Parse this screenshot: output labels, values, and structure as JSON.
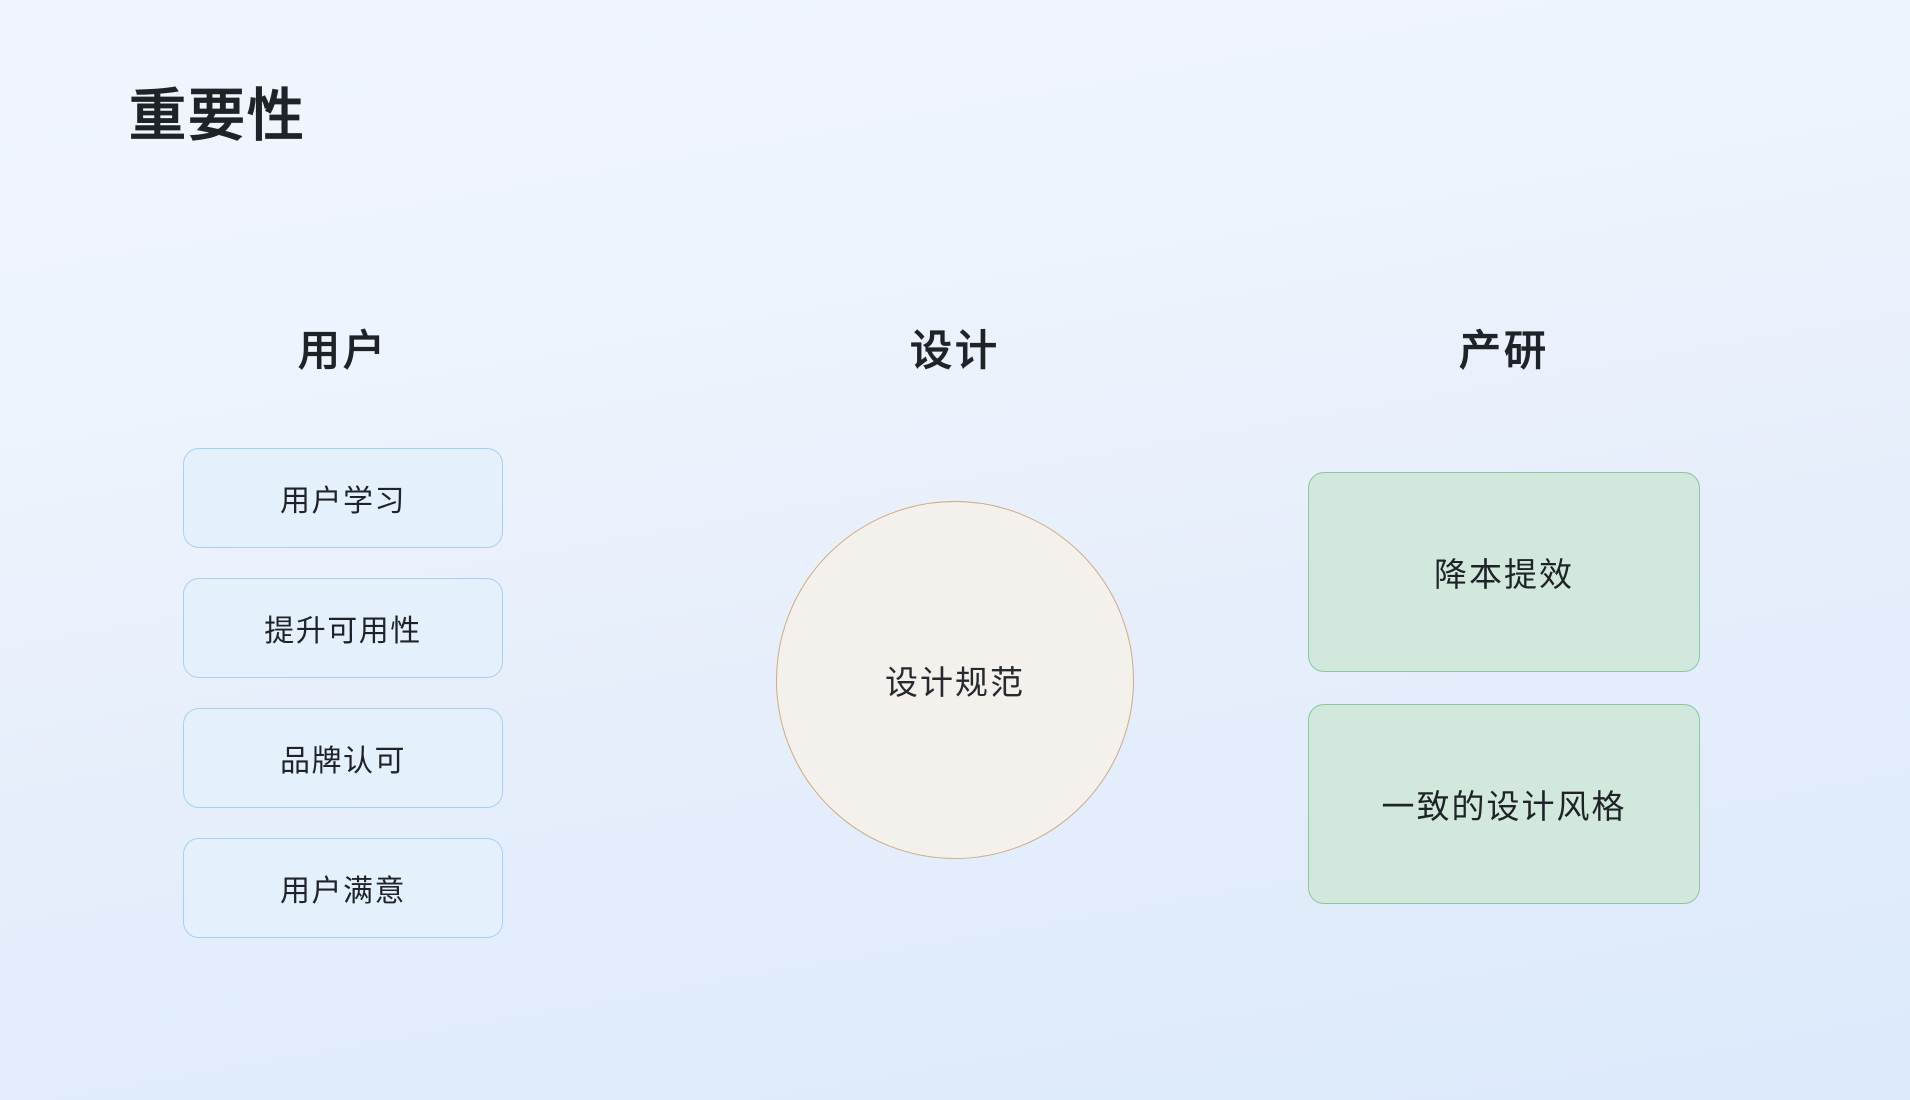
{
  "slide": {
    "title": "重要性",
    "background_start_color": "#f0f5fd",
    "background_end_color": "#dceafb"
  },
  "columns": {
    "user": {
      "heading": "用户",
      "card_fill_color": "#e4f0fc",
      "card_border_color": "#a9d0ef",
      "cards": [
        {
          "label": "用户学习"
        },
        {
          "label": "提升可用性"
        },
        {
          "label": "品牌认可"
        },
        {
          "label": "用户满意"
        }
      ]
    },
    "design": {
      "heading": "设计",
      "circle_fill_color": "#f4f1ec",
      "circle_border_color": "#cfab84",
      "circle_label": "设计规范"
    },
    "product": {
      "heading": "产研",
      "card_fill_color": "#d3e8dc",
      "card_border_color": "#8cc6a1",
      "cards": [
        {
          "label": "降本提效"
        },
        {
          "label": "一致的设计风格"
        }
      ]
    }
  }
}
